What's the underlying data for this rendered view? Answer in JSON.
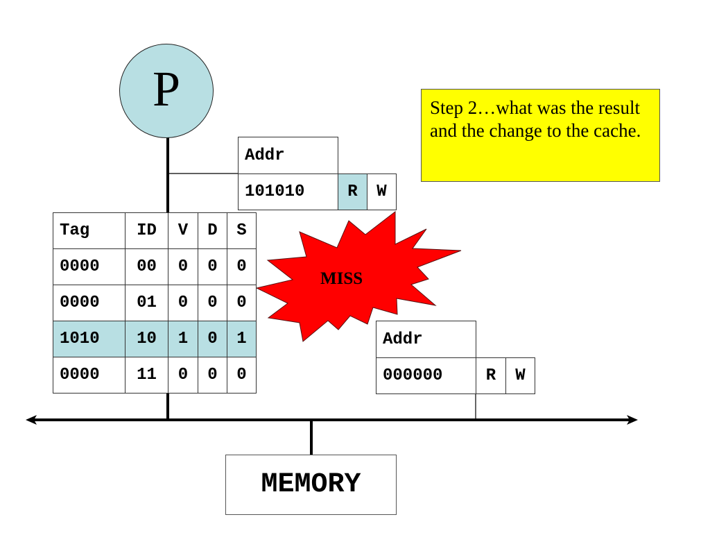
{
  "processor": {
    "label": "P",
    "fill": "#b8dfe3"
  },
  "request_top": {
    "addr_header": "Addr",
    "addr_value": "101010",
    "read_label": "R",
    "write_label": "W",
    "active_op": "R"
  },
  "cache_table": {
    "headers": [
      "Tag",
      "ID",
      "V",
      "D",
      "S"
    ],
    "rows": [
      {
        "tag": "0000",
        "id": "00",
        "v": "0",
        "d": "0",
        "s": "0",
        "highlighted": false
      },
      {
        "tag": "0000",
        "id": "01",
        "v": "0",
        "d": "0",
        "s": "0",
        "highlighted": false
      },
      {
        "tag": "1010",
        "id": "10",
        "v": "1",
        "d": "0",
        "s": "1",
        "highlighted": true
      },
      {
        "tag": "0000",
        "id": "11",
        "v": "0",
        "d": "0",
        "s": "0",
        "highlighted": false
      }
    ],
    "highlight_color": "#b8dfe3"
  },
  "result_burst": {
    "label": "MISS",
    "fill": "#ff0000"
  },
  "request_bottom": {
    "addr_header": "Addr",
    "addr_value": "000000",
    "read_label": "R",
    "write_label": "W"
  },
  "note": {
    "text": "Step 2…what was the result and the change to the cache.",
    "fill": "#ffff00"
  },
  "memory": {
    "label": "MEMORY"
  }
}
